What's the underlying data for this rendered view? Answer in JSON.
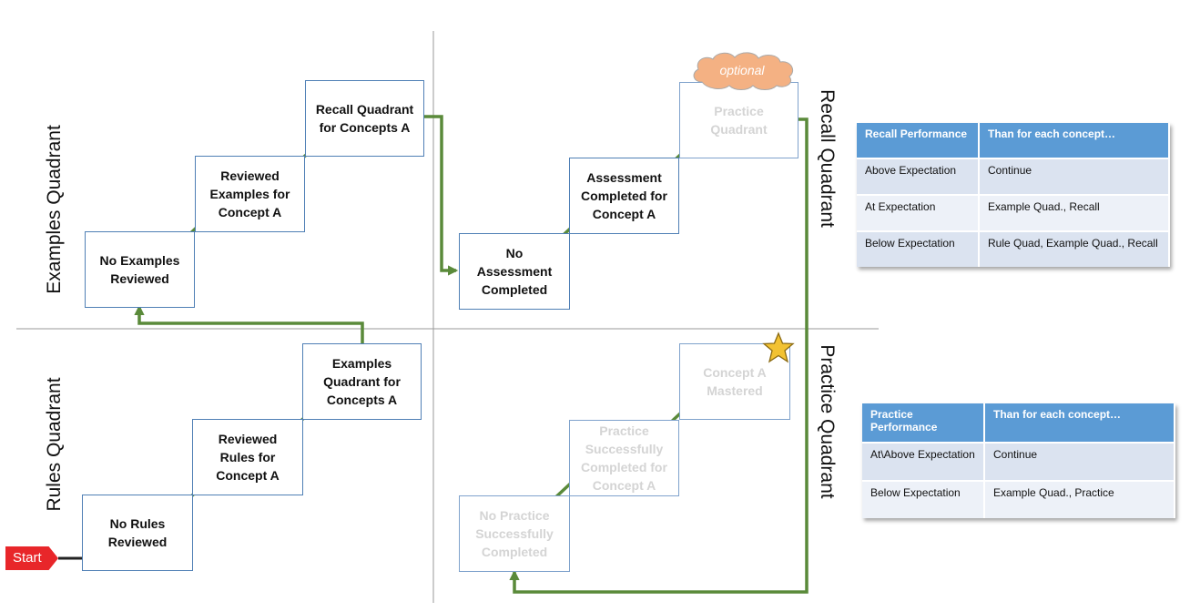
{
  "quadrants": {
    "examples": "Examples Quadrant",
    "rules": "Rules Quadrant",
    "recall": "Recall Quadrant",
    "practice": "Practice Quadrant"
  },
  "steps": {
    "no_examples": "No Examples Reviewed",
    "reviewed_examples": "Reviewed Examples for Concept A",
    "recall_quadrant": "Recall Quadrant for Concepts A",
    "no_assessment": "No Assessment Completed",
    "assessment_completed": "Assessment Completed for Concept A",
    "practice_quadrant": "Practice Quadrant",
    "no_rules": "No Rules Reviewed",
    "reviewed_rules": "Reviewed Rules for Concept A",
    "examples_quadrant": "Examples Quadrant for Concepts A",
    "no_practice": "No Practice Successfully Completed",
    "practice_success": "Practice Successfully Completed for Concept A",
    "concept_mastered": "Concept A Mastered"
  },
  "start_label": "Start",
  "optional_label": "optional",
  "recall_table": {
    "headers": [
      "Recall Performance",
      "Than for each concept…"
    ],
    "rows": [
      [
        "Above Expectation",
        "Continue"
      ],
      [
        "At Expectation",
        "Example Quad., Recall"
      ],
      [
        "Below Expectation",
        "Rule Quad, Example Quad., Recall"
      ]
    ]
  },
  "practice_table": {
    "headers": [
      "Practice Performance",
      "Than for each concept…"
    ],
    "rows": [
      [
        "At\\Above Expectation",
        "Continue"
      ],
      [
        "Below Expectation",
        "Example Quad., Practice"
      ]
    ]
  },
  "colors": {
    "arrow": "#5a8a3a",
    "box_border": "#4f7fb5",
    "faded_text": "#d4d4d4",
    "start": "#e8262a",
    "cloud": "#f4b183",
    "table_header": "#5b9bd5"
  },
  "icons": [
    "star-icon",
    "cloud-shape"
  ]
}
